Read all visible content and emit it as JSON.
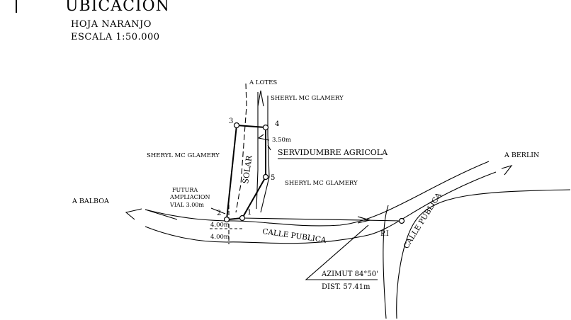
{
  "header": {
    "title": "UBICACION",
    "sheet": "HOJA NARANJO",
    "scale": "ESCALA 1:50.000"
  },
  "labels": {
    "a_lotes": "A LOTES",
    "owner_top": "SHERYL MC GLAMERY",
    "owner_left": "SHERYL MC GLAMERY",
    "owner_right": "SHERYL MC GLAMERY",
    "easement_width": "3.50m",
    "easement": "SERVIDUMBRE AGRICOLA",
    "solar": "SOLAR",
    "future_line1": "FUTURA",
    "future_line2": "AMPLIACION",
    "future_line3": "VIAL 3.00m",
    "width_top": "4.00m",
    "width_bottom": "4.00m",
    "a_balboa": "A BALBOA",
    "a_berlin": "A BERLIN",
    "calle_publica_1": "CALLE PUBLICA",
    "calle_publica_2": "CALLE PUBLICA",
    "pi": "P.I",
    "azimut": "AZIMUT 84°50'",
    "dist": "DIST. 57.41m"
  },
  "points": {
    "p1": "1",
    "p2": "2",
    "p3": "3",
    "p4": "4",
    "p5": "5"
  }
}
